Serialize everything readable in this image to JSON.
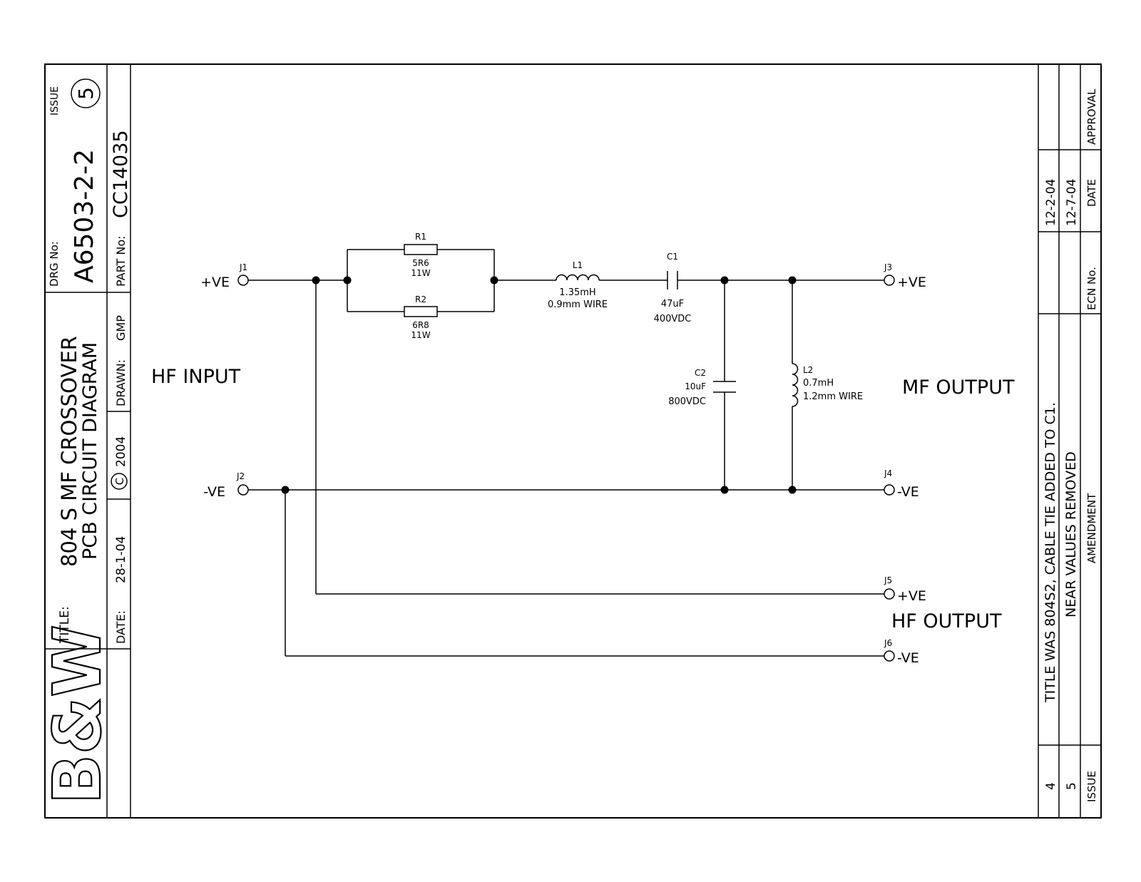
{
  "title_block": {
    "issue_label": "ISSUE",
    "issue_number": "5",
    "drg_label": "DRG No:",
    "drg_number": "A6503-2-2",
    "part_label": "PART No:",
    "part_number": "CC14035",
    "title_label": "TITLE:",
    "title_line1": "804 S MF CROSSOVER",
    "title_line2": "PCB CIRCUIT DIAGRAM",
    "drawn_label": "DRAWN:",
    "drawn_by": "GMP",
    "copyright_symbol": "C",
    "copyright_year": "2004",
    "date_label": "DATE:",
    "date": "28-1-04",
    "logo_text": "B&W"
  },
  "schematic": {
    "hf_input_label": "HF  INPUT",
    "mf_output_label": "MF  OUTPUT",
    "hf_output_label": "HF  OUTPUT",
    "terminals": [
      {
        "ref": "J1",
        "label": "+VE"
      },
      {
        "ref": "J2",
        "label": "-VE"
      },
      {
        "ref": "J3",
        "label": "+VE"
      },
      {
        "ref": "J4",
        "label": "-VE"
      },
      {
        "ref": "J5",
        "label": "+VE"
      },
      {
        "ref": "J6",
        "label": "-VE"
      }
    ],
    "components": {
      "r1": {
        "ref": "R1",
        "value": "5R6",
        "rating": "11W"
      },
      "r2": {
        "ref": "R2",
        "value": "6R8",
        "rating": "11W"
      },
      "l1": {
        "ref": "L1",
        "value": "1.35mH",
        "rating": "0.9mm  WIRE"
      },
      "c1": {
        "ref": "C1",
        "value": "47uF",
        "rating": "400VDC"
      },
      "c2": {
        "ref": "C2",
        "value": "10uF",
        "rating": "800VDC"
      },
      "l2": {
        "ref": "L2",
        "value": "0.7mH",
        "rating": "1.2mm  WIRE"
      }
    }
  },
  "revisions": {
    "header_issue": "ISSUE",
    "header_amendment": "AMENDMENT",
    "header_ecn": "ECN No.",
    "header_date": "DATE",
    "header_approval": "APPROVAL",
    "rows": [
      {
        "issue": "4",
        "amendment": "TITLE WAS 804S2, CABLE TIE ADDED TO C1.",
        "ecn": "",
        "date": "12-2-04",
        "approval": ""
      },
      {
        "issue": "5",
        "amendment": "NEAR VALUES REMOVED",
        "ecn": "",
        "date": "12-7-04",
        "approval": ""
      }
    ]
  }
}
